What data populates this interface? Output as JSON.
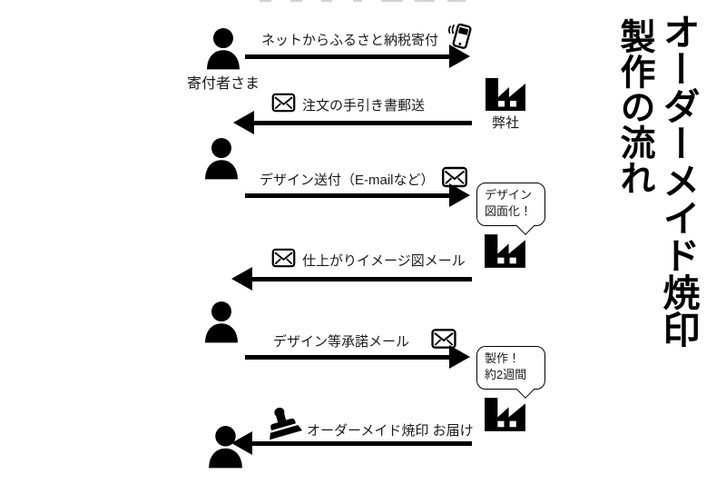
{
  "colors": {
    "ink": "#000000",
    "label_text": "#1a1a1a",
    "background": "#ffffff"
  },
  "title": {
    "line1": "オーダーメイド焼印",
    "line2": "製作の流れ"
  },
  "actors": {
    "donor": "寄付者さま",
    "company": "弊社"
  },
  "steps": [
    {
      "label": "ネットからふるさと納税寄付",
      "direction": "right",
      "icon": "smartphone-icon"
    },
    {
      "label": "注文の手引き書郵送",
      "direction": "left",
      "icon": "envelope-icon"
    },
    {
      "label": "デザイン送付（E-mailなど）",
      "direction": "right",
      "icon": "envelope-icon"
    },
    {
      "label": "仕上がりイメージ図メール",
      "direction": "left",
      "icon": "envelope-icon"
    },
    {
      "label": "デザイン等承諾メール",
      "direction": "right",
      "icon": "envelope-icon"
    },
    {
      "label": "オーダーメイド焼印 お届け",
      "direction": "left",
      "icon": "stamp-icon"
    }
  ],
  "bubbles": [
    {
      "lines": [
        "デザイン",
        "図面化！"
      ]
    },
    {
      "lines": [
        "製作！",
        "約2週間"
      ]
    }
  ]
}
